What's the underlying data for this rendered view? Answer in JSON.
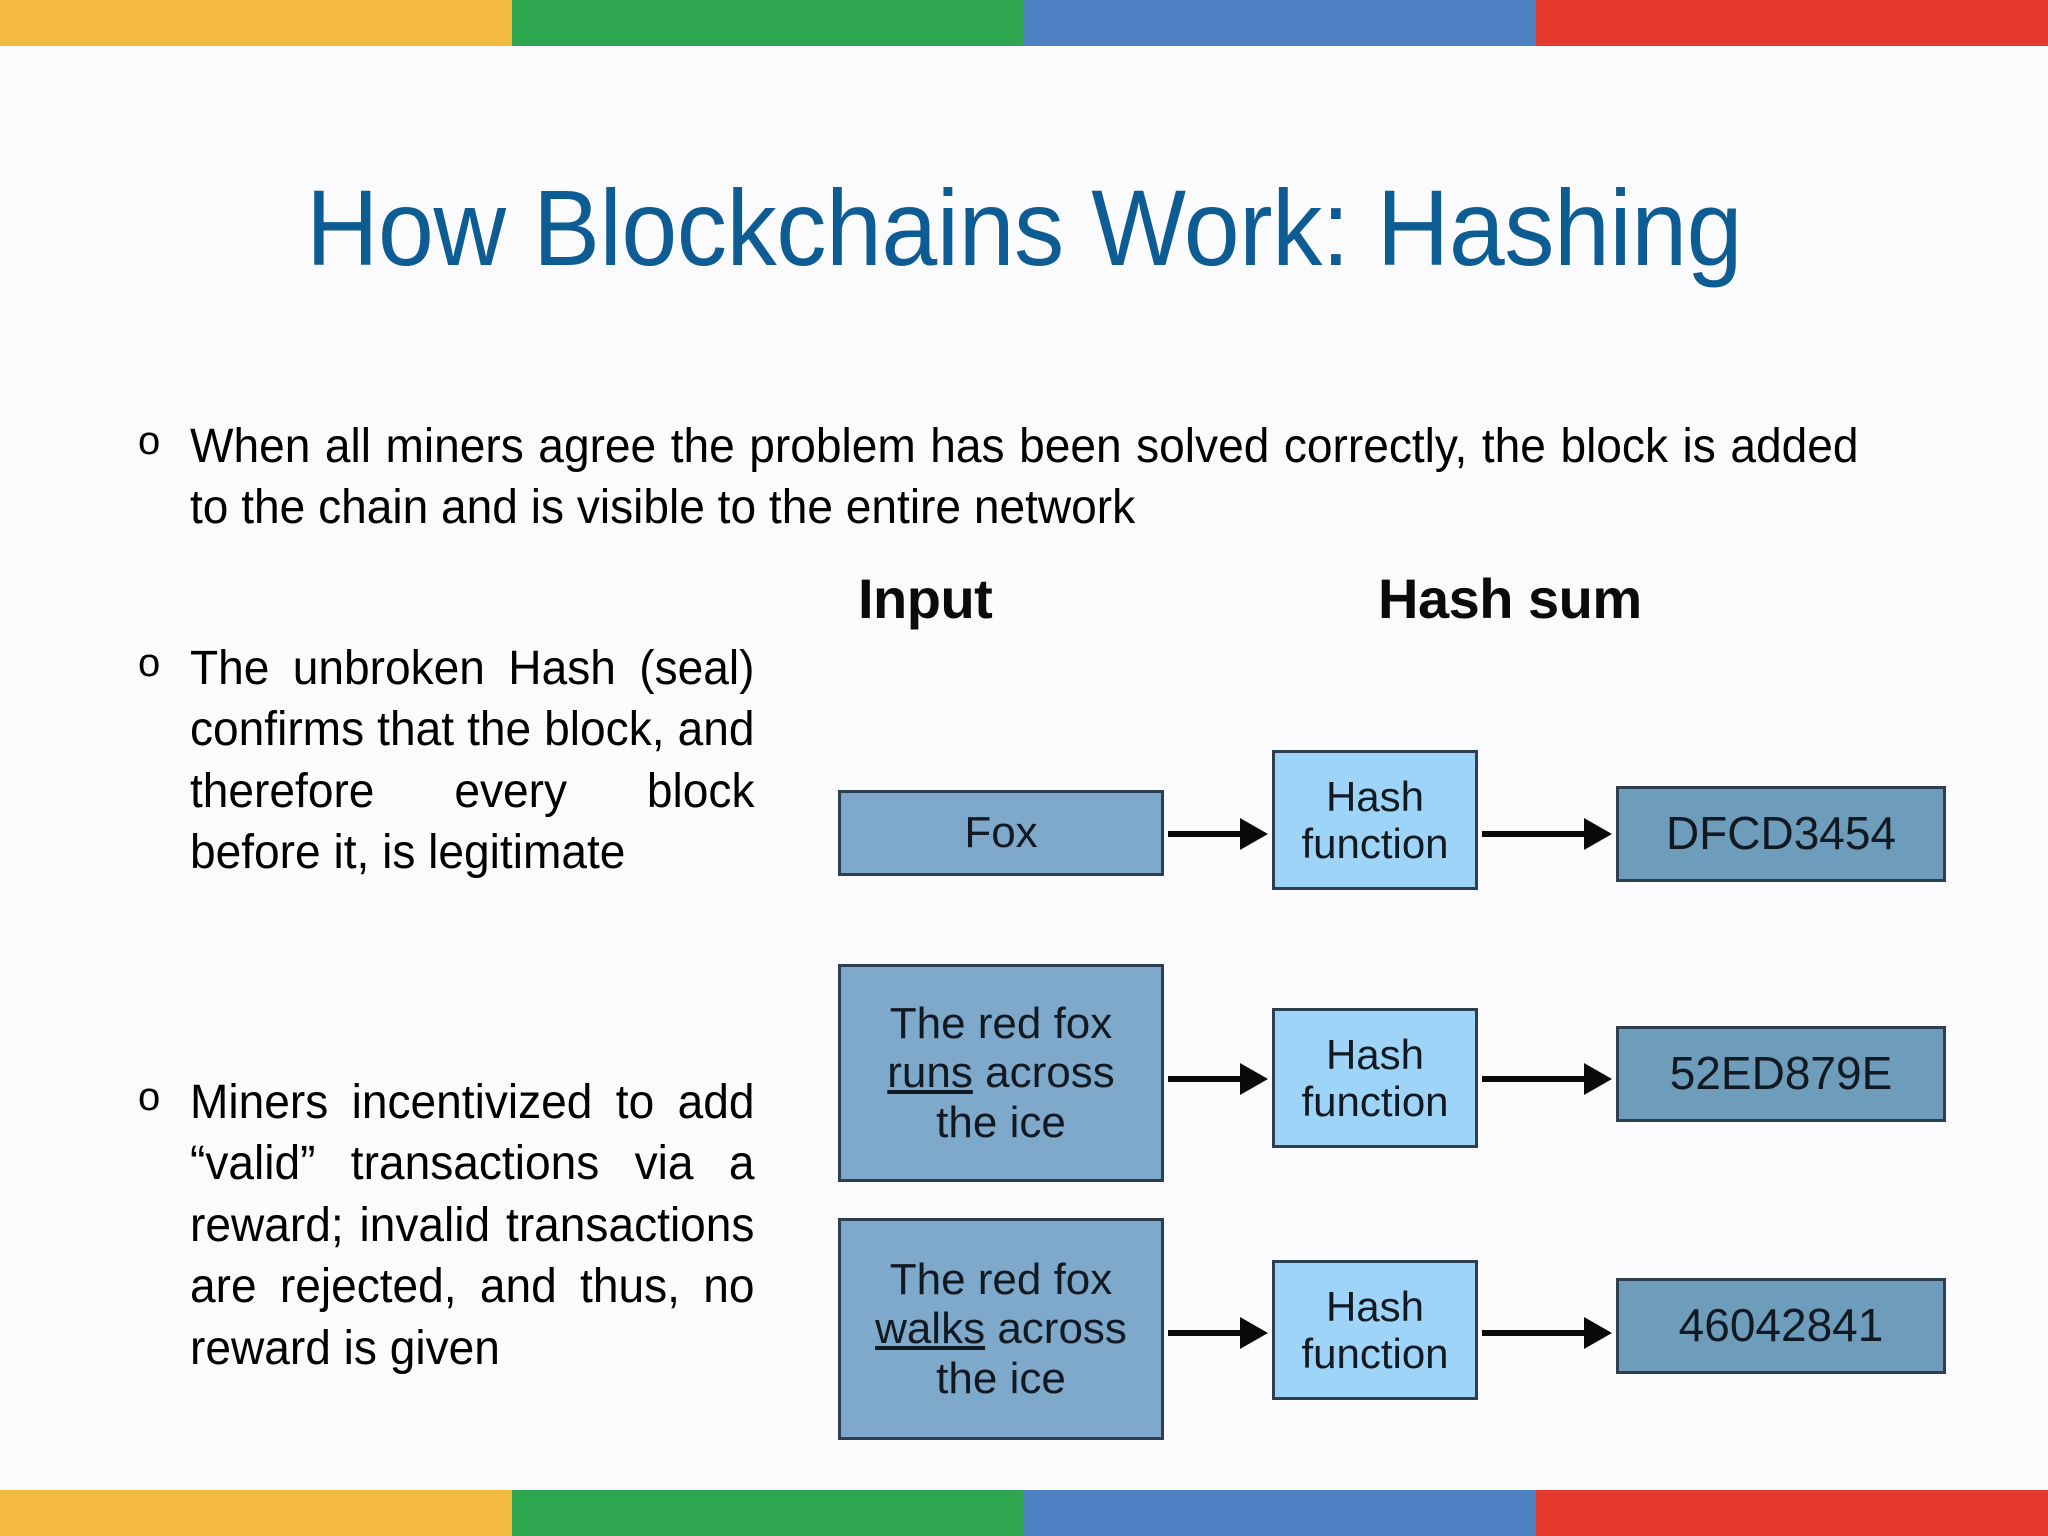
{
  "theme": {
    "background": "#fbfafc",
    "title_color": "#0d5c93",
    "body_text_color": "#000000",
    "accent_bars": [
      "#f3ba3f",
      "#2ea750",
      "#4e81c4",
      "#e5392b"
    ],
    "input_box_fill": "#7fa9cb",
    "function_box_fill": "#9ed4f7",
    "hash_box_fill": "#6e9cbb",
    "box_border": "#2f3f52",
    "arrow_color": "#0a0a0a"
  },
  "slide": {
    "title": "How Blockchains Work: Hashing",
    "bullet_marker": "o",
    "bullets": [
      {
        "id": "bullet-0",
        "text": "When all miners agree the problem has been solved correctly, the block is added to the chain and is visible to the entire network"
      },
      {
        "id": "bullet-1",
        "text": "The unbroken Hash (seal) confirms that the block, and therefore every block before it, is legitimate"
      },
      {
        "id": "bullet-2",
        "text": "Miners incentivized to add “valid” transactions via a reward; invalid transactions are rejected, and thus, no reward is given"
      }
    ]
  },
  "diagram": {
    "headers": {
      "input": "Input",
      "hash_sum": "Hash sum"
    },
    "function_label": "Hash\nfunction",
    "rows": [
      {
        "id": "drow-0",
        "input_lines": [
          {
            "pre": "Fox",
            "underline": "",
            "post": ""
          }
        ],
        "function": "Hash\nfunction",
        "hash": "DFCD3454"
      },
      {
        "id": "drow-1",
        "input_lines": [
          {
            "pre": "The red fox",
            "underline": "",
            "post": ""
          },
          {
            "pre": "",
            "underline": "runs",
            "post": " across"
          },
          {
            "pre": "the ice",
            "underline": "",
            "post": ""
          }
        ],
        "function": "Hash\nfunction",
        "hash": "52ED879E"
      },
      {
        "id": "drow-2",
        "input_lines": [
          {
            "pre": "The red fox",
            "underline": "",
            "post": ""
          },
          {
            "pre": "",
            "underline": "walks",
            "post": " across"
          },
          {
            "pre": "the ice",
            "underline": "",
            "post": ""
          }
        ],
        "function": "Hash\nfunction",
        "hash": "46042841"
      }
    ]
  }
}
